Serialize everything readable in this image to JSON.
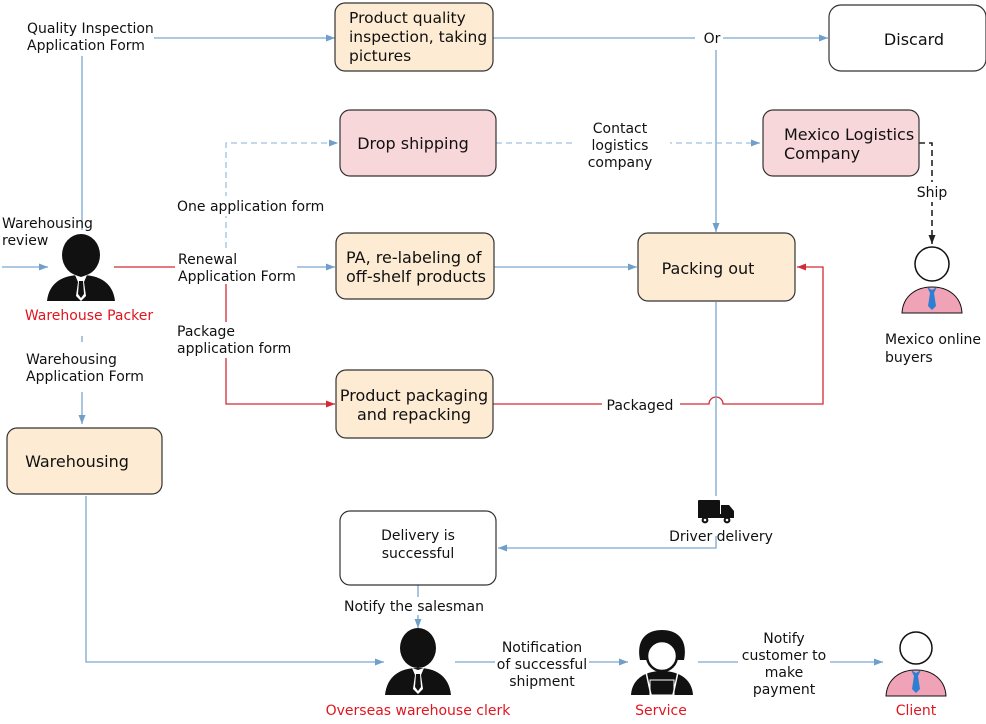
{
  "colors": {
    "blue_line": "#7aa8d0",
    "red_line": "#d42a35",
    "dark_line": "#222222",
    "box_beige": "#fdebd3",
    "box_pink": "#f8d7da",
    "box_white": "#ffffff",
    "red_text": "#e0151f"
  },
  "boxes": {
    "quality": "Product quality inspection, taking pictures",
    "discard": "Discard",
    "drop": "Drop shipping",
    "mexico_logistics": "Mexico Logistics Company",
    "pa": "PA, re-labeling of off-shelf products",
    "packing_out": "Packing out",
    "packaging": "Product packaging and repacking",
    "warehousing": "Warehousing",
    "delivery_success": "Delivery is successful"
  },
  "labels": {
    "qi_form": "Quality Inspection Application Form",
    "or": "Or",
    "contact": "Contact logistics company",
    "ship": "Ship",
    "one_form": "One application form",
    "wh_review": "Warehousing review",
    "renewal": "Renewal Application Form",
    "package_form": "Package application form",
    "wh_form": "Warehousing Application Form",
    "packaged": "Packaged",
    "driver": "Driver delivery",
    "notify_salesman": "Notify the salesman",
    "notify_ship": "Notification of successful shipment",
    "notify_pay": "Notify customer to make payment"
  },
  "actors": {
    "packer": "Warehouse Packer",
    "clerk": "Overseas warehouse clerk",
    "service": "Service",
    "client": "Client",
    "buyers": "Mexico online buyers"
  }
}
